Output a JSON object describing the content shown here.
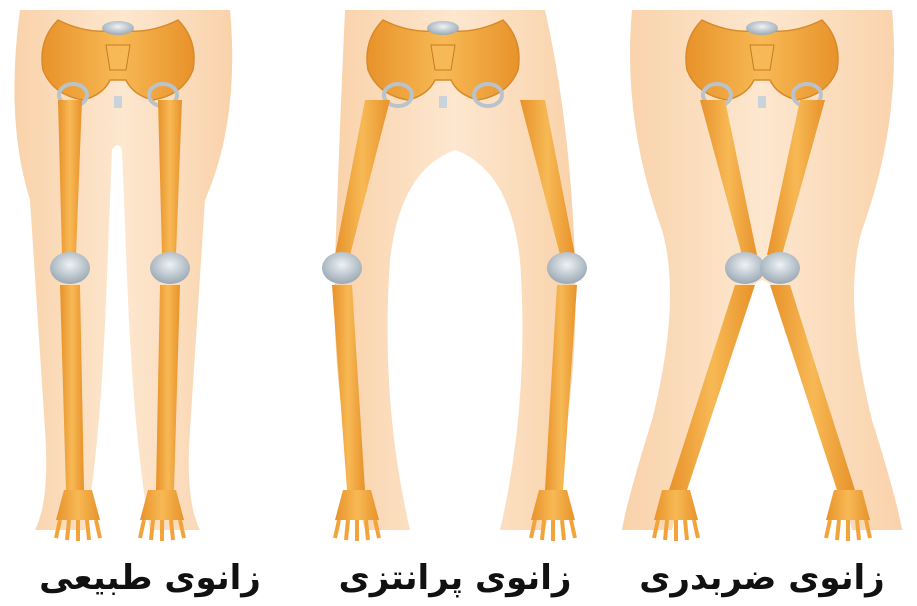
{
  "figures": [
    {
      "id": "normal",
      "caption": "زانوی طبیعی"
    },
    {
      "id": "bowleg",
      "caption": "زانوی پرانتزی"
    },
    {
      "id": "knockknee",
      "caption": "زانوی ضربدری"
    }
  ],
  "colors": {
    "skin": "#fde2c4",
    "skin_edge": "#f8cfa2",
    "bone": "#f2a43a",
    "bone_light": "#f9c46b",
    "joint": "#c9d3dc",
    "text": "#111111"
  }
}
